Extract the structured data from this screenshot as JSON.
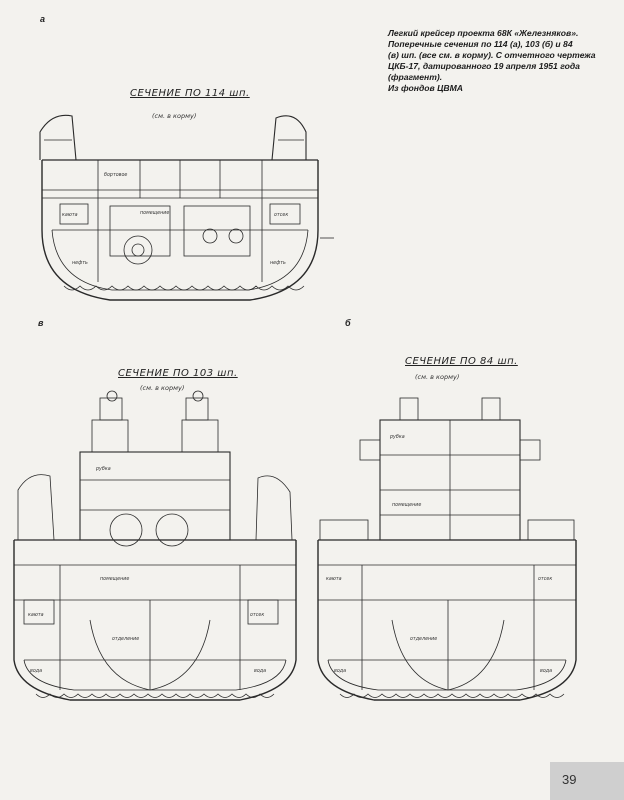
{
  "caption": {
    "lines": [
      "Легкий крейсер проекта 68К «Железняков».",
      "Поперечные сечения по 114 (а), 103 (б) и 84",
      "(в) шп. (все см. в корму). С отчетного чертежа",
      "ЦКБ-17, датированного 19 апреля 1951 года",
      "(фрагмент).",
      "Из фондов ЦВМА"
    ]
  },
  "figures": {
    "a": {
      "letter": "а",
      "title": "СЕЧЕНИЕ ПО 114 шп.",
      "subtitle": "(см. в корму)"
    },
    "b": {
      "letter": "б",
      "title": "СЕЧЕНИЕ ПО 84 шп.",
      "subtitle": "(см. в корму)"
    },
    "c": {
      "letter": "в",
      "title": "СЕЧЕНИЕ ПО 103 шп.",
      "subtitle": "(см. в корму)"
    }
  },
  "page_number": "39"
}
